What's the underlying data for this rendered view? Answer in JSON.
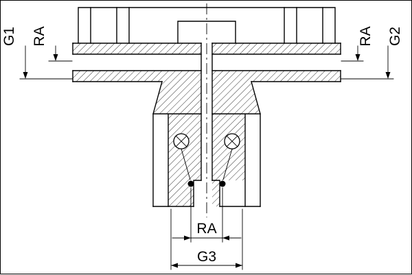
{
  "drawing": {
    "type": "engineering-cross-section",
    "part": "tee-fitting",
    "labels": {
      "g1": "G1",
      "ra_left": "RA",
      "ra_right": "RA",
      "g2": "G2",
      "ra_bottom": "RA",
      "g3": "G3"
    },
    "colors": {
      "line": "#000000",
      "background": "#ffffff"
    }
  }
}
